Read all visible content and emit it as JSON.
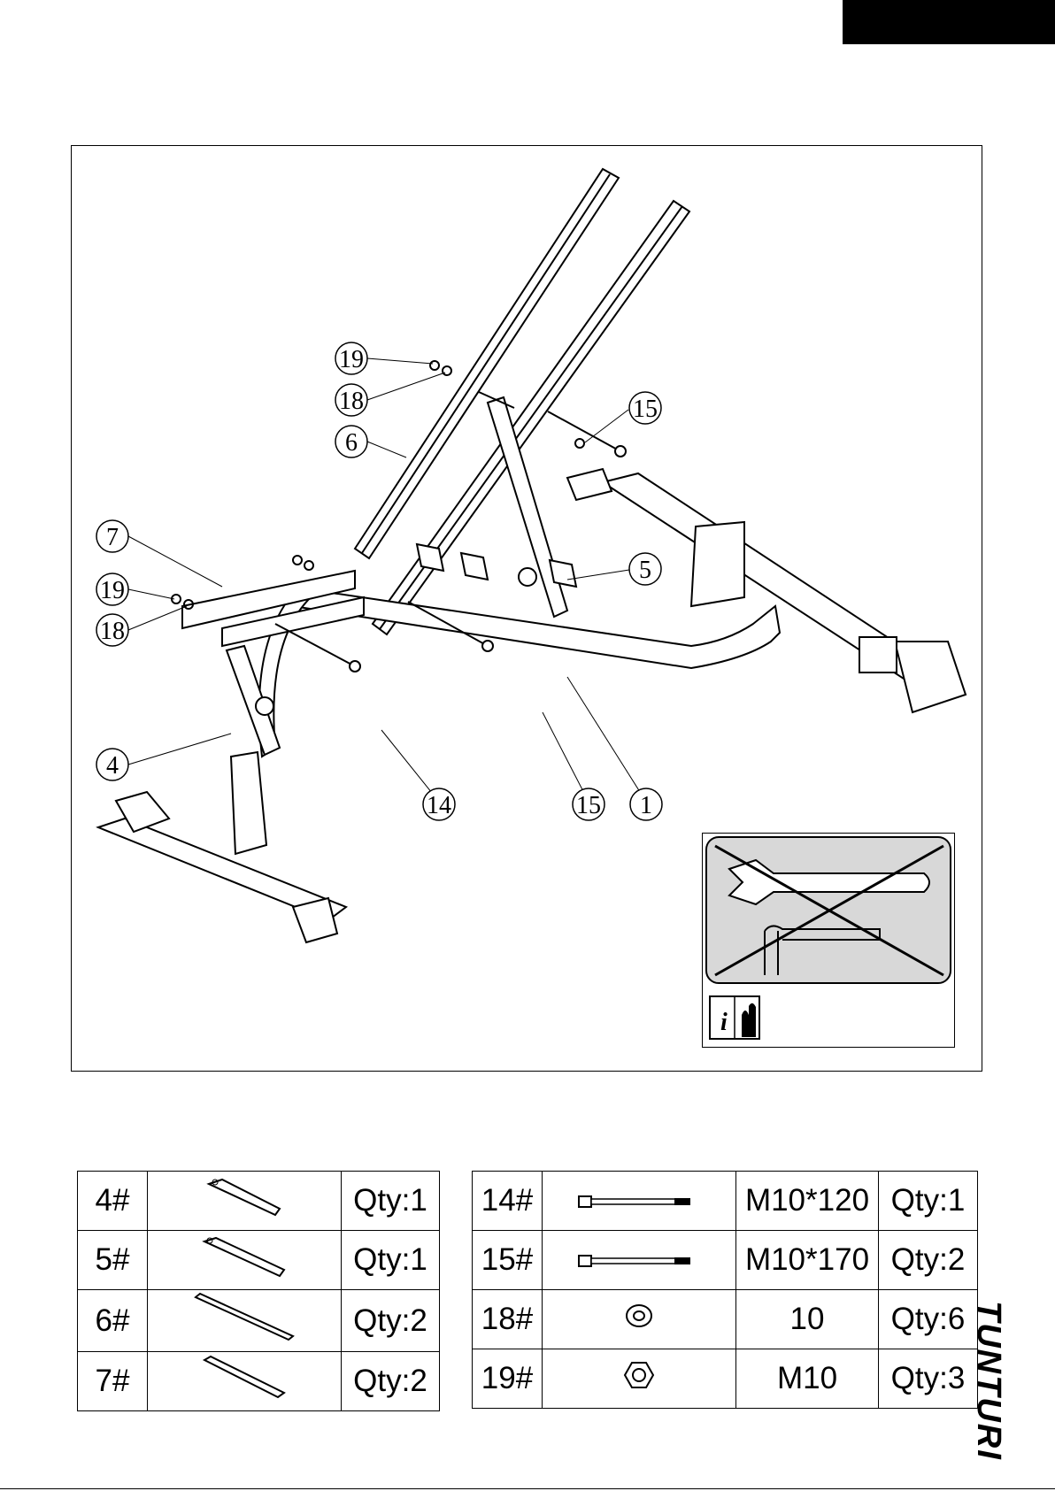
{
  "callouts": [
    {
      "id": "c19a",
      "label": "19"
    },
    {
      "id": "c18a",
      "label": "18"
    },
    {
      "id": "c6",
      "label": "6"
    },
    {
      "id": "c15a",
      "label": "15"
    },
    {
      "id": "c7",
      "label": "7"
    },
    {
      "id": "c19b",
      "label": "19"
    },
    {
      "id": "c18b",
      "label": "18"
    },
    {
      "id": "c5",
      "label": "5"
    },
    {
      "id": "c4",
      "label": "4"
    },
    {
      "id": "c14",
      "label": "14"
    },
    {
      "id": "c15b",
      "label": "15"
    },
    {
      "id": "c1",
      "label": "1"
    }
  ],
  "parts_left": [
    {
      "id": "4#",
      "qty": "Qty:1",
      "icon": "short-bracket-icon"
    },
    {
      "id": "5#",
      "qty": "Qty:1",
      "icon": "long-bracket-icon"
    },
    {
      "id": "6#",
      "qty": "Qty:2",
      "icon": "long-bar-icon"
    },
    {
      "id": "7#",
      "qty": "Qty:2",
      "icon": "short-bar-icon"
    }
  ],
  "parts_right": [
    {
      "id": "14#",
      "size": "M10*120",
      "qty": "Qty:1",
      "icon": "bolt-icon"
    },
    {
      "id": "15#",
      "size": "M10*170",
      "qty": "Qty:2",
      "icon": "bolt-icon"
    },
    {
      "id": "18#",
      "size": "10",
      "qty": "Qty:6",
      "icon": "washer-icon"
    },
    {
      "id": "19#",
      "size": "M10",
      "qty": "Qty:3",
      "icon": "nut-icon"
    }
  ],
  "brand": "TUNTURI",
  "warning_icons": [
    "no-tools-icon",
    "read-manual-icon"
  ]
}
